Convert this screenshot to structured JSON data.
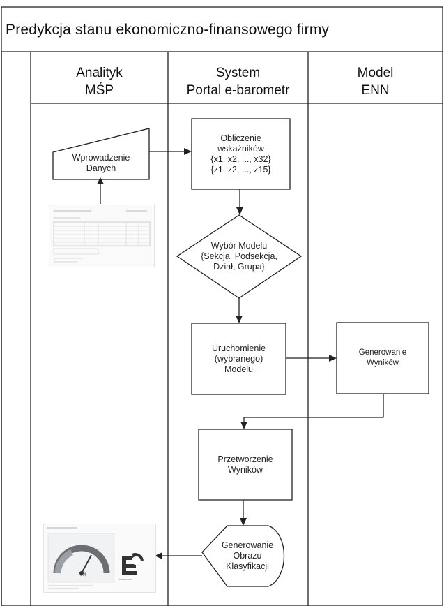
{
  "title": "Predykcja stanu ekonomiczno-finansowego firmy",
  "lanes": [
    {
      "line1": "Analityk",
      "line2": "MŚP"
    },
    {
      "line1": "System",
      "line2": "Portal e-barometr"
    },
    {
      "line1": "Model",
      "line2": "ENN"
    }
  ],
  "nodes": {
    "input": [
      "Wprowadzenie",
      "Danych"
    ],
    "calc": [
      "Obliczenie",
      "wskaźników",
      "{x1, x2, ..., x32}",
      "{z1, z2, ..., z15}"
    ],
    "choose": [
      "Wybór Modelu",
      "{Sekcja, Podsekcja,",
      "Dział, Grupa}"
    ],
    "run": [
      "Uruchomienie",
      "(wybranego)",
      "Modelu"
    ],
    "generate": [
      "Generowanie",
      "Wyników"
    ],
    "process": [
      "Przetworzenie",
      "Wyników"
    ],
    "image": [
      "Generowanie",
      "Obrazu",
      "Klasyfikacji"
    ]
  },
  "output_logo_text": "e-barometr",
  "output_gauge_value": "0.4",
  "colors": {
    "line": "#222222",
    "gauge": "#6b6f74",
    "logo": "#333333"
  },
  "icons": {
    "form": "form-document-icon",
    "result": "gauge-result-icon"
  }
}
